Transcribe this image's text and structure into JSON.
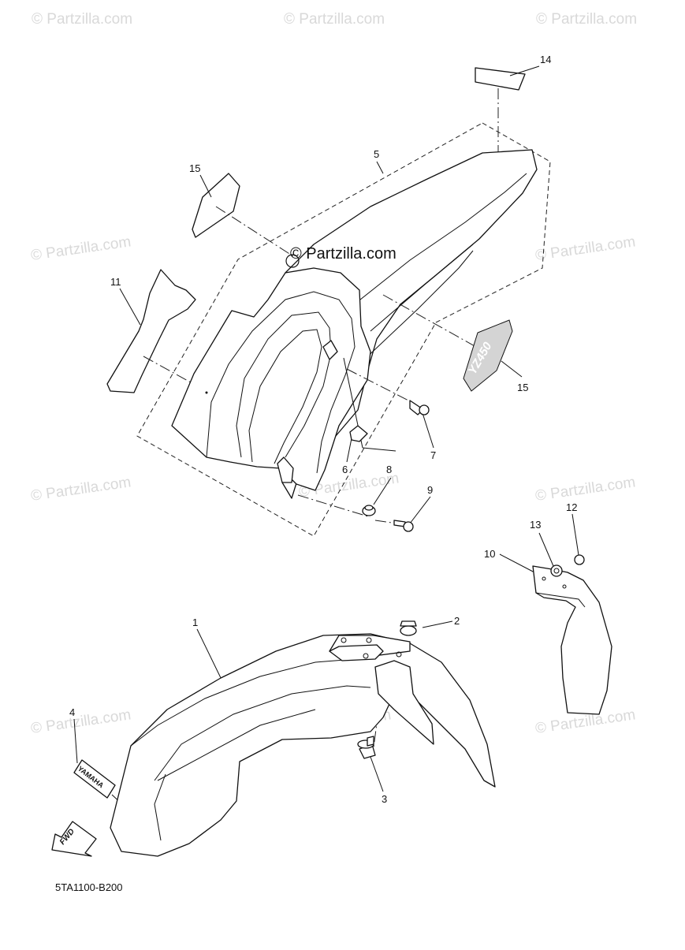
{
  "watermark": {
    "text": "© Partzilla.com",
    "center_text": "© Partzilla.com"
  },
  "callouts": {
    "c1": "1",
    "c2": "2",
    "c3": "3",
    "c4": "4",
    "c5": "5",
    "c6": "6",
    "c7": "7",
    "c8": "8",
    "c9": "9",
    "c10": "10",
    "c11": "11",
    "c12": "12",
    "c13": "13",
    "c14": "14",
    "c15a": "15",
    "c15b": "15"
  },
  "decals": {
    "yamaha": "YAMAHA",
    "yz": "YZ450",
    "fwd": "FWD"
  },
  "diagram_code": "5TA1100-B200"
}
